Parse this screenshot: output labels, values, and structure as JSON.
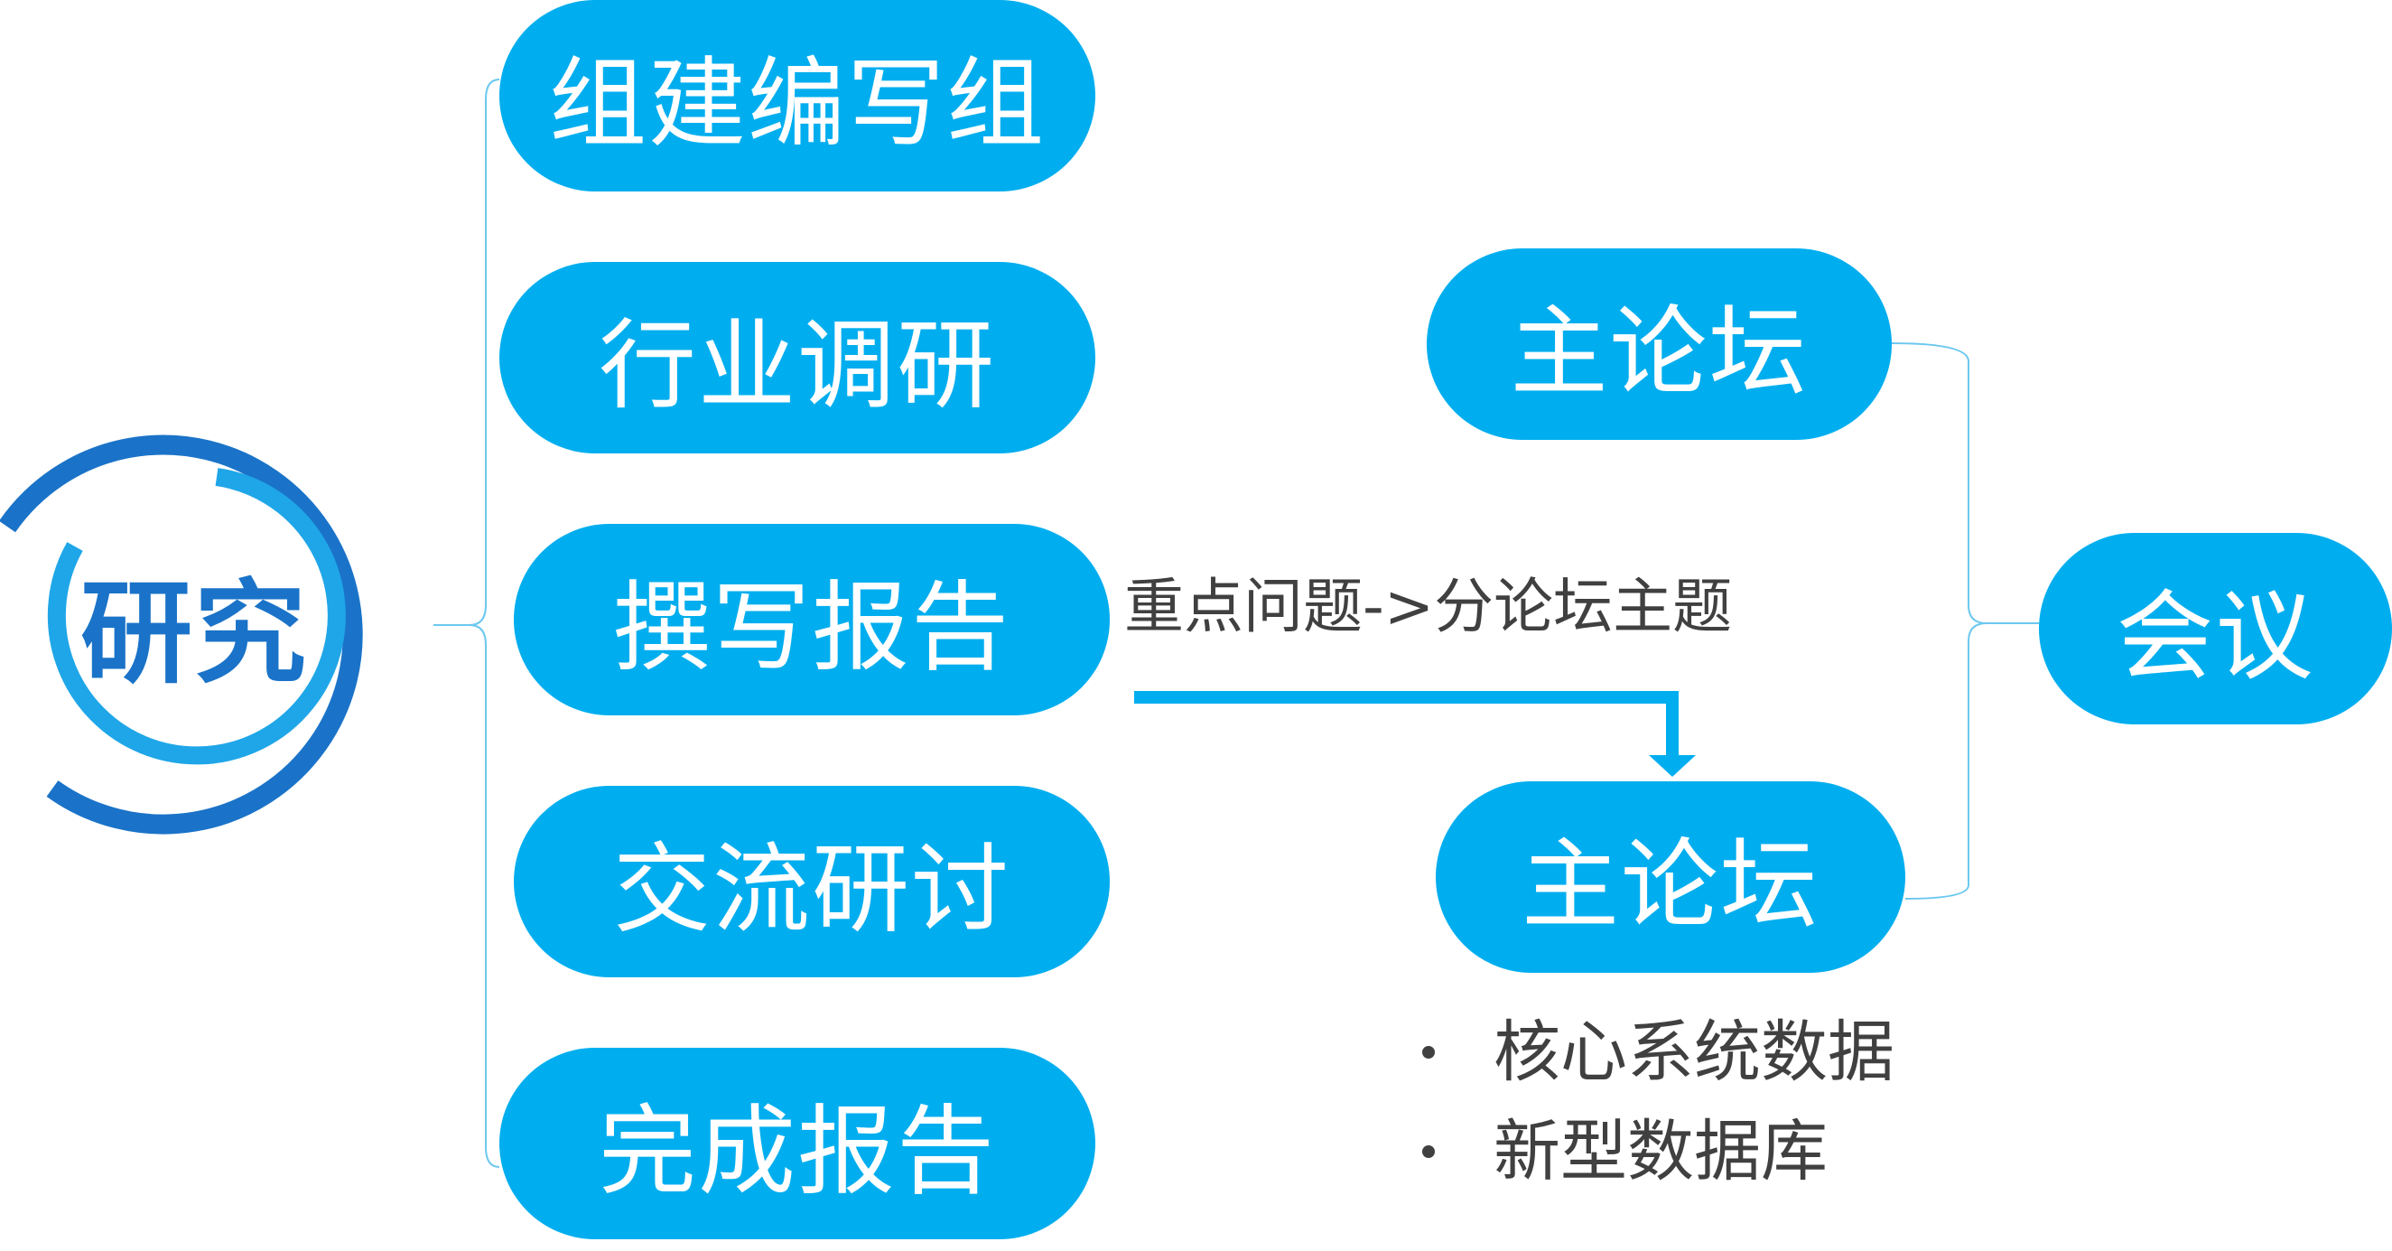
{
  "center": {
    "label": "研究"
  },
  "left_steps": [
    "组建编写组",
    "行业调研",
    "撰写报告",
    "交流研讨",
    "完成报告"
  ],
  "forums": {
    "top": "主论坛",
    "bottom": "主论坛"
  },
  "meeting": {
    "label": "会议"
  },
  "arrow_note": "重点问题->分论坛主题",
  "bullets": [
    "核心系统数据",
    "新型数据库"
  ],
  "colors": {
    "pill_fill": "#00aeef",
    "ring_outer": "#1a73c8",
    "ring_inner": "#1fa6e8",
    "text_dark": "#404040",
    "connector": "#6cc8ee"
  }
}
